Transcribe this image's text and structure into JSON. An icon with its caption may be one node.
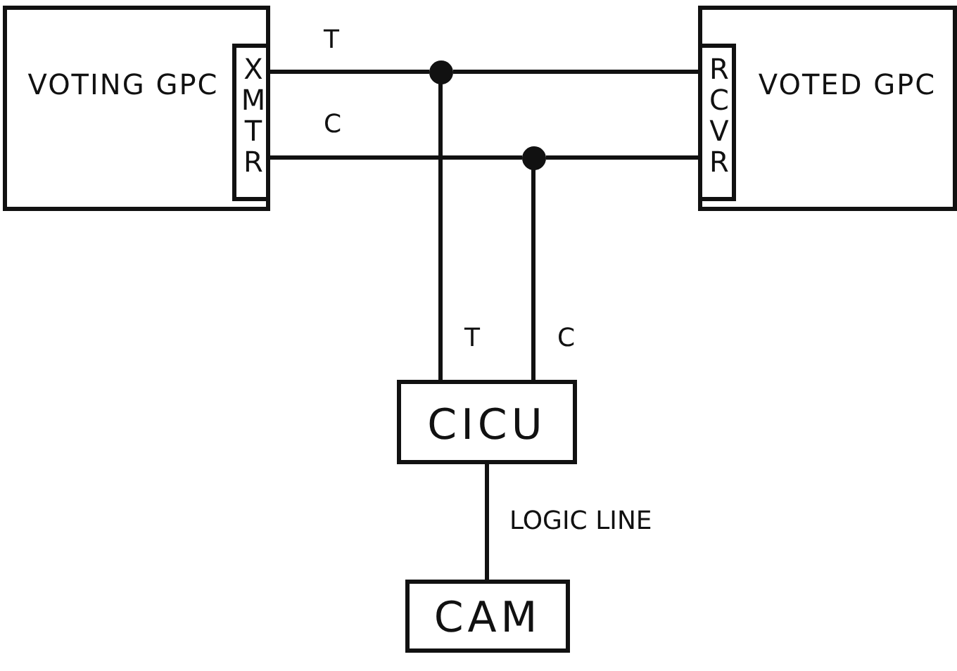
{
  "diagram": {
    "nodes": [
      {
        "text": [
          "VOTING GPC"
        ]
      },
      {
        "text": [
          "XMTR"
        ],
        "in": 0
      },
      {
        "text": [
          "VOTED GPC"
        ]
      },
      {
        "text": [
          "RCVR"
        ],
        "in": 2
      },
      {
        "text": [],
        "shape": "circle"
      },
      {
        "text": [],
        "shape": "circle"
      },
      {
        "text": [
          "CICU"
        ]
      },
      {
        "text": [
          "CAM"
        ]
      }
    ],
    "edges": [
      {
        "from": 1,
        "to": 4,
        "arrow": "none",
        "label": "T"
      },
      {
        "from": 4,
        "to": 3,
        "arrow": "none"
      },
      {
        "from": 1,
        "to": 5,
        "arrow": "none",
        "label": "C"
      },
      {
        "from": 5,
        "to": 3,
        "arrow": "none"
      },
      {
        "from": 4,
        "to": 6,
        "arrow": "none",
        "label": "T"
      },
      {
        "from": 5,
        "to": 6,
        "arrow": "none",
        "label": "C"
      },
      {
        "from": 6,
        "to": 7,
        "arrow": "none",
        "label": "LOGIC LINE"
      }
    ]
  }
}
